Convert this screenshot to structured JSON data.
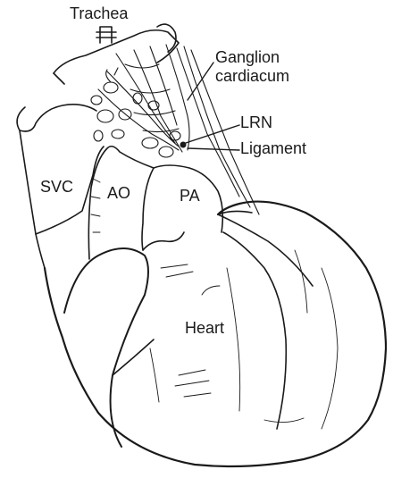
{
  "labels": {
    "trachea": "Trachea",
    "ganglion_line1": "Ganglion",
    "ganglion_line2": "cardiacum",
    "lrn": "LRN",
    "ligament": "Ligament",
    "svc": "SVC",
    "ao": "AO",
    "pa": "PA",
    "heart": "Heart"
  },
  "colors": {
    "line": "#1a1a1a",
    "background": "#ffffff",
    "nerve_dot": "#1a1a1a"
  }
}
